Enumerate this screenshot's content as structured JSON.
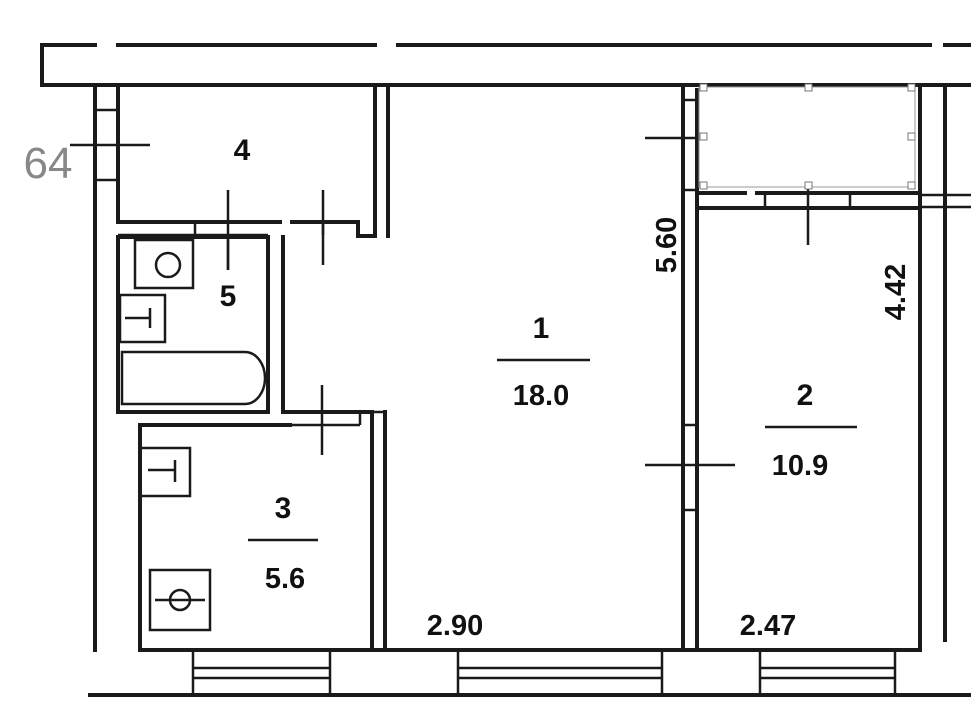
{
  "plan": {
    "apartment_number": "64",
    "rooms": [
      {
        "id": "1",
        "area": "18.0"
      },
      {
        "id": "2",
        "area": "10.9"
      },
      {
        "id": "3",
        "area": "5.6"
      },
      {
        "id": "4"
      },
      {
        "id": "5"
      }
    ],
    "dimensions": {
      "room1_width": "2.90",
      "room1_length": "5.60",
      "room2_width": "2.47",
      "room2_length": "4.42"
    }
  }
}
